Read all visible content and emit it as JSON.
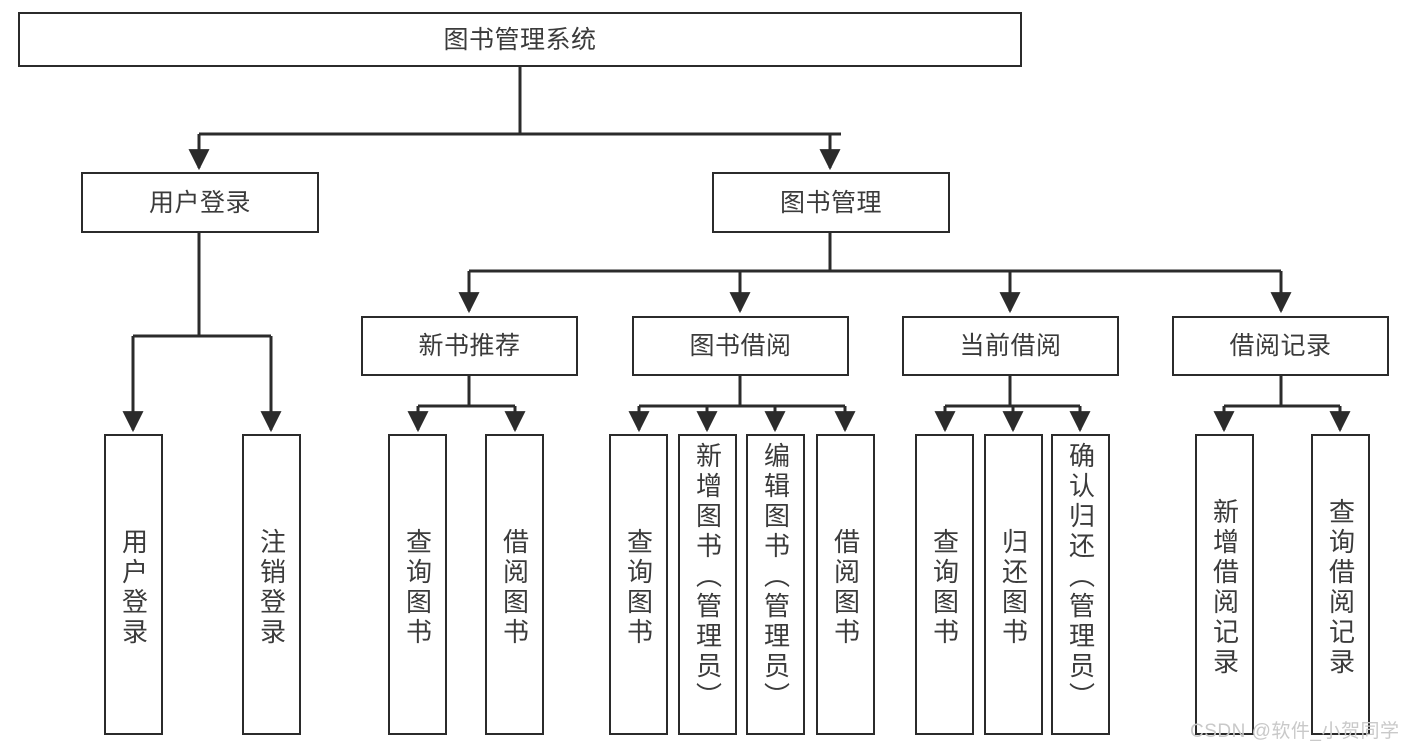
{
  "diagram": {
    "type": "tree",
    "title": "图书管理系统",
    "root": {
      "label": "图书管理系统"
    },
    "level2": [
      {
        "label": "用户登录"
      },
      {
        "label": "图书管理"
      }
    ],
    "level3": [
      {
        "label": "新书推荐",
        "parent": "图书管理"
      },
      {
        "label": "图书借阅",
        "parent": "图书管理"
      },
      {
        "label": "当前借阅",
        "parent": "图书管理"
      },
      {
        "label": "借阅记录",
        "parent": "图书管理"
      }
    ],
    "leaves": [
      {
        "label": "用户登录",
        "parent": "用户登录"
      },
      {
        "label": "注销登录",
        "parent": "用户登录"
      },
      {
        "label": "查询图书",
        "parent": "新书推荐"
      },
      {
        "label": "借阅图书",
        "parent": "新书推荐"
      },
      {
        "label": "查询图书",
        "parent": "图书借阅"
      },
      {
        "label": "新增图书（管理员）",
        "parent": "图书借阅"
      },
      {
        "label": "编辑图书（管理员）",
        "parent": "图书借阅"
      },
      {
        "label": "借阅图书",
        "parent": "图书借阅"
      },
      {
        "label": "查询图书",
        "parent": "当前借阅"
      },
      {
        "label": "归还图书",
        "parent": "当前借阅"
      },
      {
        "label": "确认归还（管理员）",
        "parent": "当前借阅"
      },
      {
        "label": "新增借阅记录",
        "parent": "借阅记录"
      },
      {
        "label": "查询借阅记录",
        "parent": "借阅记录"
      }
    ]
  },
  "watermark": {
    "text": "CSDN @软件_小贺同学"
  },
  "colors": {
    "stroke": "#2b2b2b",
    "text": "#3b3b3b",
    "background": "#ffffff",
    "watermark": "#c9c9c9"
  }
}
